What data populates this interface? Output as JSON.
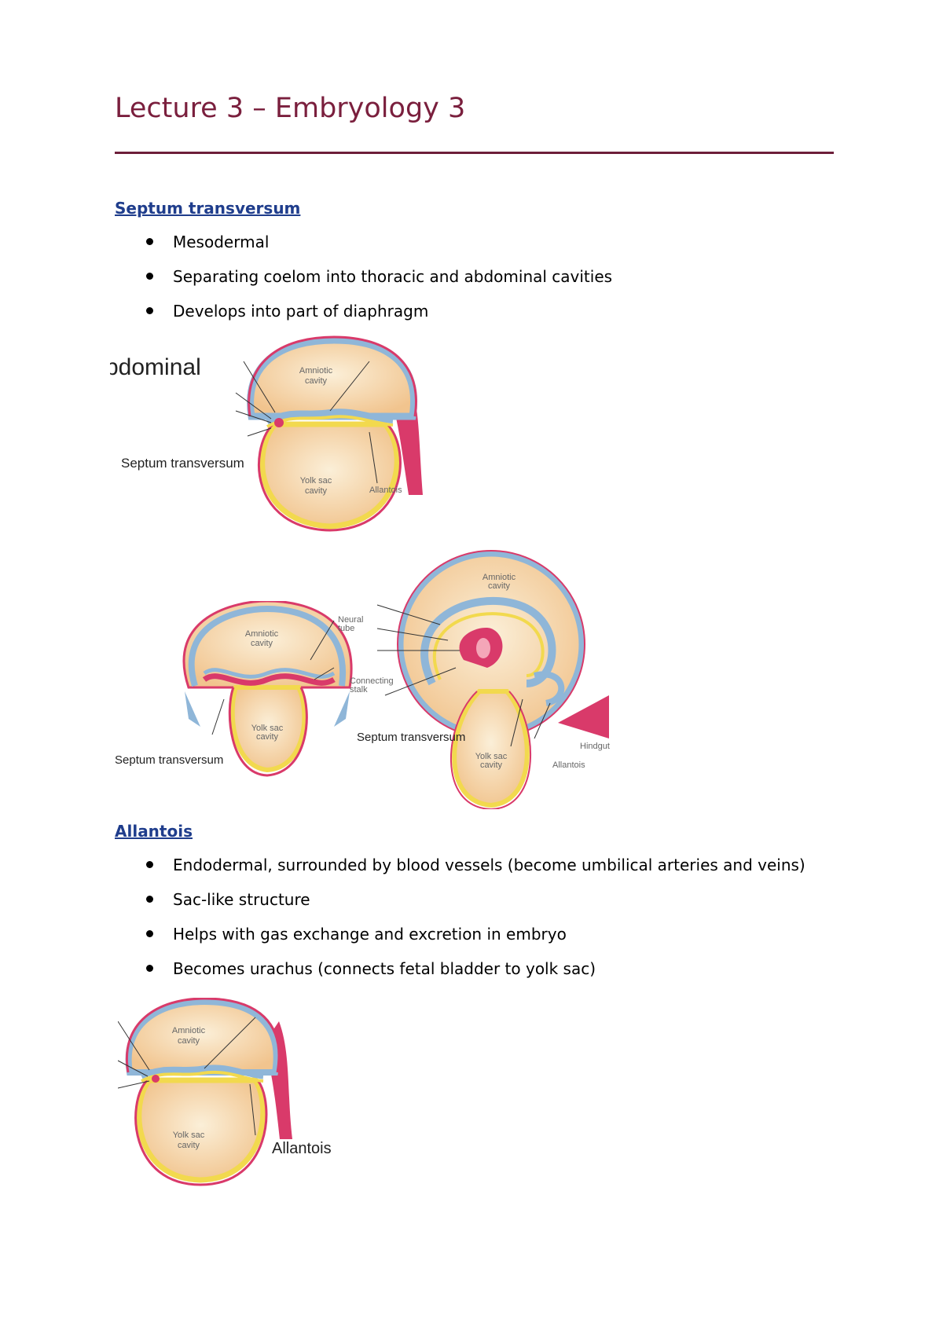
{
  "title": "Lecture 3 – Embryology 3",
  "sections": [
    {
      "heading": "Septum transversum",
      "bullets": [
        "Mesodermal",
        "Separating coelom into thoracic and abdominal cavities",
        "Develops into part of diaphragm"
      ]
    },
    {
      "heading": "Allantois",
      "bullets": [
        "Endodermal, surrounded by blood vessels (become umbilical arteries and veins)",
        "Sac-like structure",
        "Helps with gas exchange and excretion in embryo",
        "Becomes urachus (connects fetal bladder to yolk sac)"
      ]
    }
  ],
  "figures": {
    "fig1": {
      "cut_label": "bdominal",
      "septum_label": "Septum transversum",
      "amniotic": [
        "Amniotic",
        "cavity"
      ],
      "yolk": [
        "Yolk sac",
        "cavity"
      ],
      "allantois": "Allantois"
    },
    "fig2": {
      "amniotic": [
        "Amniotic",
        "cavity"
      ],
      "neural": [
        "Neural",
        "tube"
      ],
      "connecting": [
        "Connecting",
        "stalk"
      ],
      "yolk": [
        "Yolk sac",
        "cavity"
      ],
      "septum_label": "Septum transversum"
    },
    "fig3": {
      "amniotic": [
        "Amniotic",
        "cavity"
      ],
      "septum_label": "Septum transversum",
      "hindgut": "Hindgut",
      "yolk": [
        "Yolk sac",
        "cavity"
      ],
      "allantois": "Allantois"
    },
    "fig4": {
      "amniotic": [
        "Amniotic",
        "cavity"
      ],
      "yolk": [
        "Yolk sac",
        "cavity"
      ],
      "allantois": "Allantois"
    }
  },
  "colors": {
    "title": "#7a1f3d",
    "rule": "#6d1f3a",
    "heading": "#1f3d8c",
    "membrane_blue": "#8fb6d8",
    "membrane_pink": "#d93a6a",
    "membrane_yellow": "#f2d94e",
    "cavity_fill": "#f7d9ae"
  }
}
